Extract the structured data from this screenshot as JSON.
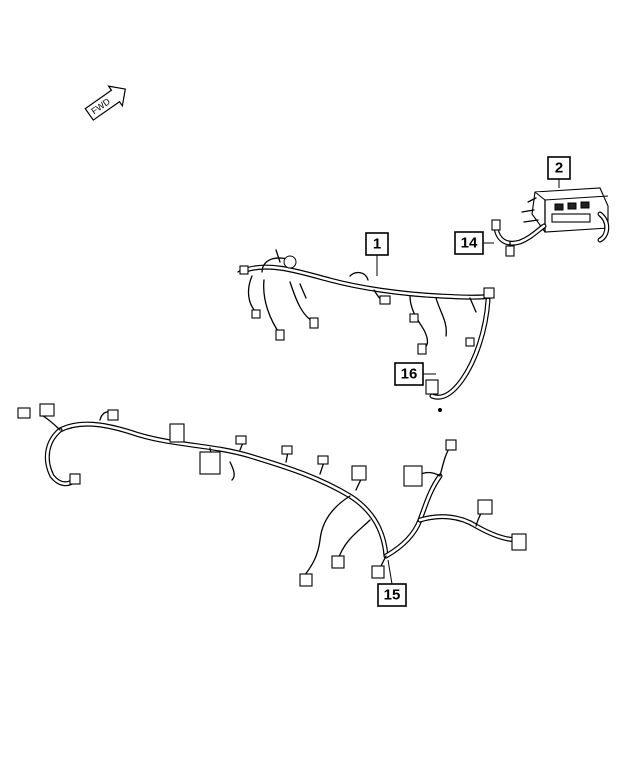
{
  "orientation": {
    "arrow_label": "FWD"
  },
  "callouts": [
    {
      "id": "c1",
      "label": "1"
    },
    {
      "id": "c2",
      "label": "2"
    },
    {
      "id": "c14",
      "label": "14"
    },
    {
      "id": "c15",
      "label": "15"
    },
    {
      "id": "c16",
      "label": "16"
    }
  ]
}
